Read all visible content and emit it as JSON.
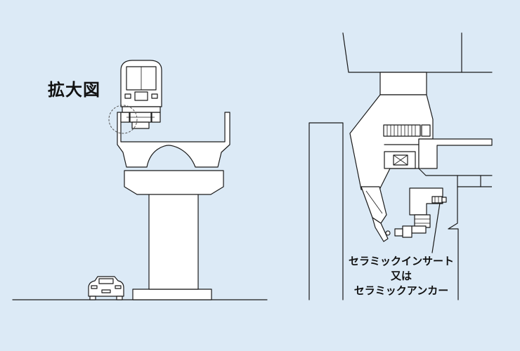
{
  "left_view": {
    "label": "拡大図"
  },
  "right_view": {
    "callout_lines": [
      "セラミックインサート",
      "又は",
      "セラミックアンカー"
    ]
  },
  "colors": {
    "background": "#dceaf6",
    "line": "#1a1a1a",
    "fill": "#ffffff"
  }
}
